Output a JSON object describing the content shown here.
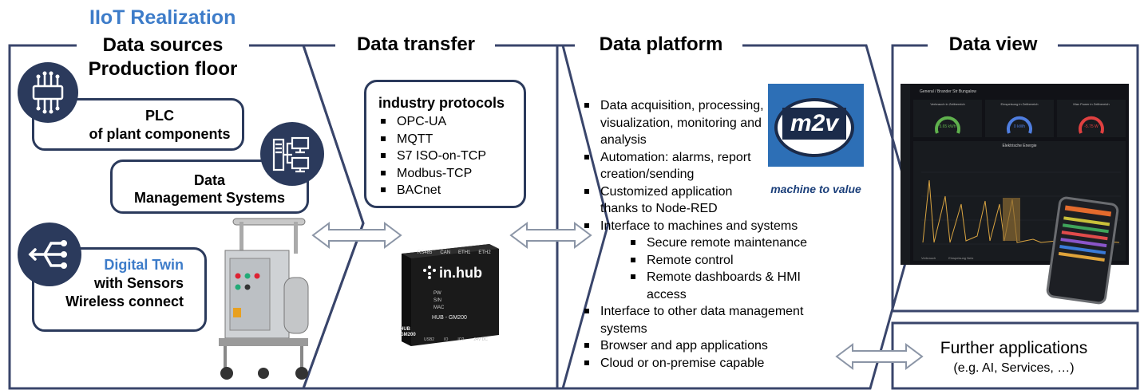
{
  "title": "IIoT Realization",
  "sections": {
    "sources": {
      "title_line1": "Data sources",
      "title_line2": "Production floor"
    },
    "transfer": {
      "title": "Data transfer"
    },
    "platform": {
      "title": "Data platform"
    },
    "view": {
      "title": "Data view"
    }
  },
  "sources": {
    "plc": {
      "line1": "PLC",
      "line2": "of plant components",
      "icon": "circuit-icon"
    },
    "dms": {
      "line1": "Data",
      "line2": "Management Systems",
      "icon": "computer-network-icon"
    },
    "twin": {
      "highlight": "Digital Twin",
      "line2": "with Sensors",
      "line3": "Wireless connect",
      "icon": "usb-share-icon"
    }
  },
  "transfer": {
    "protocols_title": "industry protocols",
    "protocols": [
      "OPC-UA",
      "MQTT",
      "S7 ISO-on-TCP",
      "Modbus-TCP",
      "BACnet"
    ],
    "device": {
      "brand": "in.hub",
      "model": "HUB - GM200",
      "side_label": "HUB GM200",
      "ports": [
        "RS485",
        "CAN",
        "ETH1",
        "ETH2"
      ],
      "status": [
        "PW",
        "S/N",
        "MAC"
      ],
      "bottom": [
        "USB2",
        "IO",
        "IO2",
        "24V DC"
      ]
    }
  },
  "platform": {
    "bullets": [
      "Data acquisition, processing, visualization, monitoring and analysis",
      "Automation: alarms, report creation/sending",
      "Customized application thanks to Node-RED",
      "Interface to machines and systems"
    ],
    "sub_bullets": [
      "Secure remote maintenance",
      "Remote control",
      "Remote dashboards & HMI access"
    ],
    "bullets_after": [
      "Interface to other data management systems",
      "Browser and app applications",
      "Cloud or on-premise capable"
    ],
    "logo": {
      "text": "m2v",
      "tagline": "machine to value"
    }
  },
  "dashboard": {
    "breadcrumb": "General / Brander Str Bungalow",
    "gauges": [
      {
        "title": "Verbrauch in Zeitbereich",
        "value": "5.65 kWh",
        "color": "#5fb14d"
      },
      {
        "title": "Einspeisung in Zeitbereich",
        "value": "0 kWh",
        "color": "#4f7ee0"
      },
      {
        "title": "Max Power in Zeitbereich",
        "value": "-5.75 W",
        "color": "#e04040"
      }
    ],
    "chart_title": "Elektrische Energie",
    "legend": [
      "Verbrauch",
      "Einspeisung Netz"
    ],
    "colors": {
      "bg": "#111217",
      "panel": "#181b1f",
      "line": "#d9a441"
    }
  },
  "further": {
    "title": "Further applications",
    "subtitle": "(e.g. AI, Services, …)"
  },
  "colors": {
    "accent_blue": "#3d7cc9",
    "navy": "#2b3a5c",
    "border": "#39456b"
  }
}
